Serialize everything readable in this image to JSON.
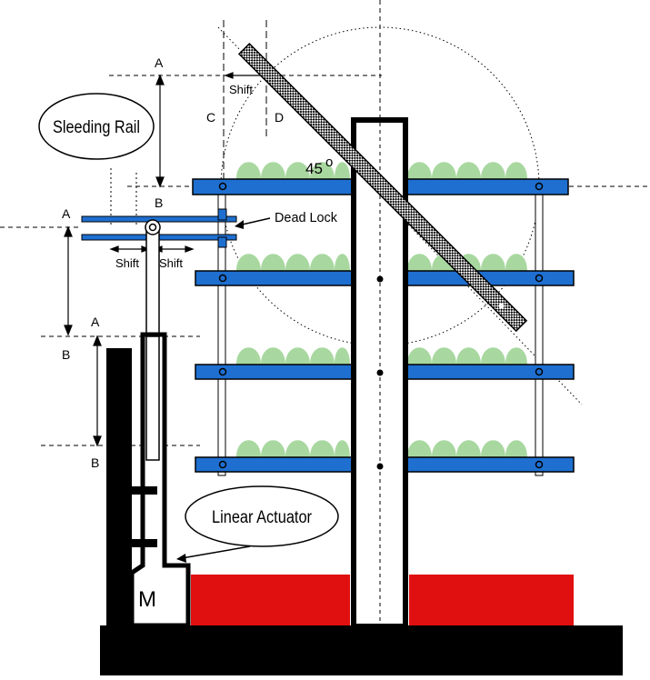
{
  "diagram": {
    "callouts": {
      "sleeding_rail": "Sleeding Rail",
      "linear_actuator": "Linear Actuator",
      "dead_lock": "Dead Lock"
    },
    "labels": {
      "angle": "45",
      "angle_unit": "o",
      "motor": "M",
      "shift": "Shift",
      "a": "A",
      "b": "B",
      "c": "C",
      "d": "D"
    },
    "colors": {
      "shelf_blue": "#1e6fd0",
      "plant_green": "#a8d8a0",
      "tray_red": "#e01010",
      "frame_black": "#000000"
    }
  }
}
